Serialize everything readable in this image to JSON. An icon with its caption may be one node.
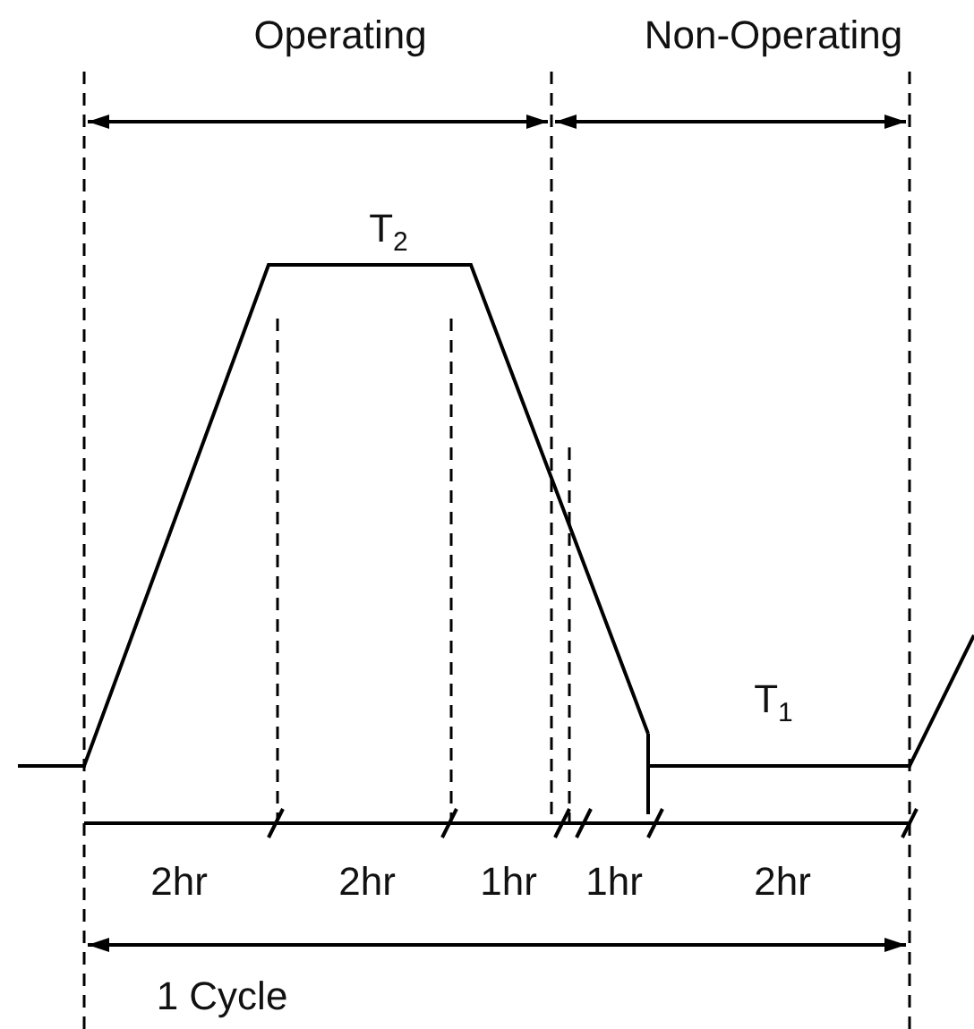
{
  "diagram": {
    "labels": [
      "Operating",
      "Non-Operating",
      "T$_{2}$",
      "T$_{1}$",
      "2hr",
      "2hr",
      "1hr",
      "1hr",
      "2hr",
      "1 Cycle"
    ]
  }
}
